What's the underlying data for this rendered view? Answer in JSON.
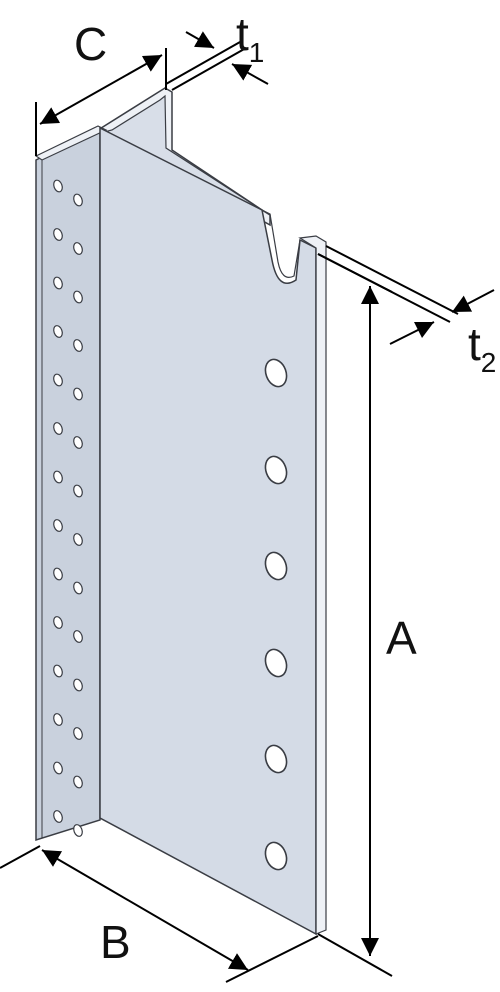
{
  "labels": {
    "A": "A",
    "B": "B",
    "C": "C",
    "t1": "t",
    "t1_sub": "1",
    "t2": "t",
    "t2_sub": "2"
  },
  "colors": {
    "plate_front": "#d4dbe6",
    "plate_side": "#c5cdda",
    "plate_edge": "#eef1f6",
    "outline": "#3a3d44",
    "hole": "#ffffff",
    "dimension_line": "#000000"
  },
  "icons": {
    "arrowheads": "filled-triangle-arrowhead"
  }
}
